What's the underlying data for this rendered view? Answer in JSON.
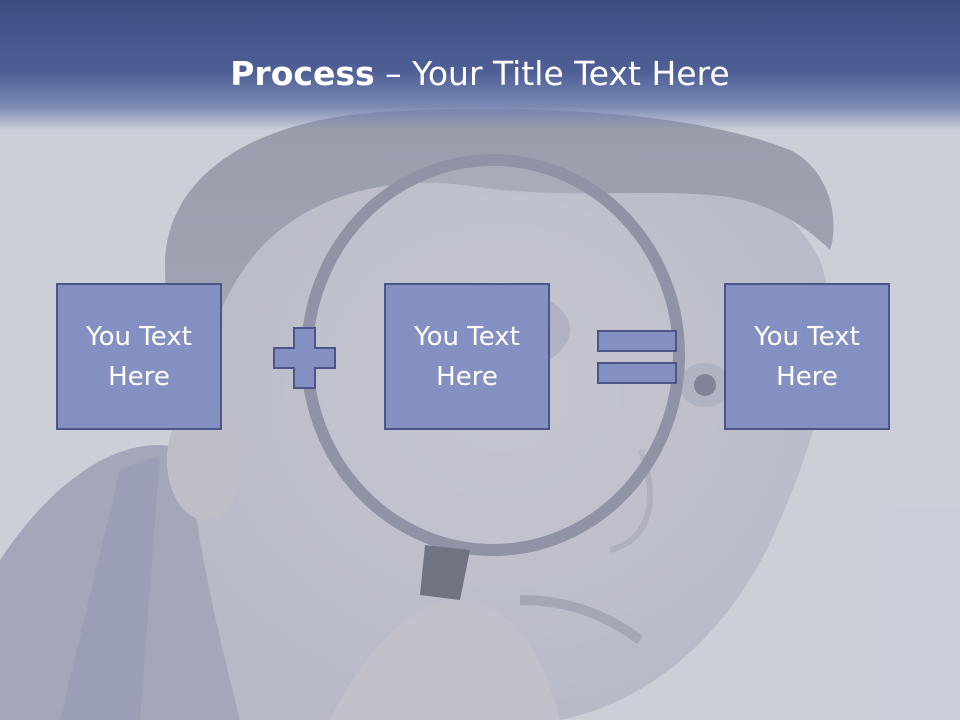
{
  "slide": {
    "title_bold": "Process",
    "title_rest": " – Your Title Text Here"
  },
  "process": {
    "box1": "You Text Here",
    "operator1": "plus-icon",
    "box2": "You Text Here",
    "operator2": "equals-icon",
    "box3": "You Text Here"
  },
  "colors": {
    "title_band": "#3e4c82",
    "box_fill": "#8590c2",
    "box_border": "#4b5687",
    "text": "#ffffff"
  }
}
